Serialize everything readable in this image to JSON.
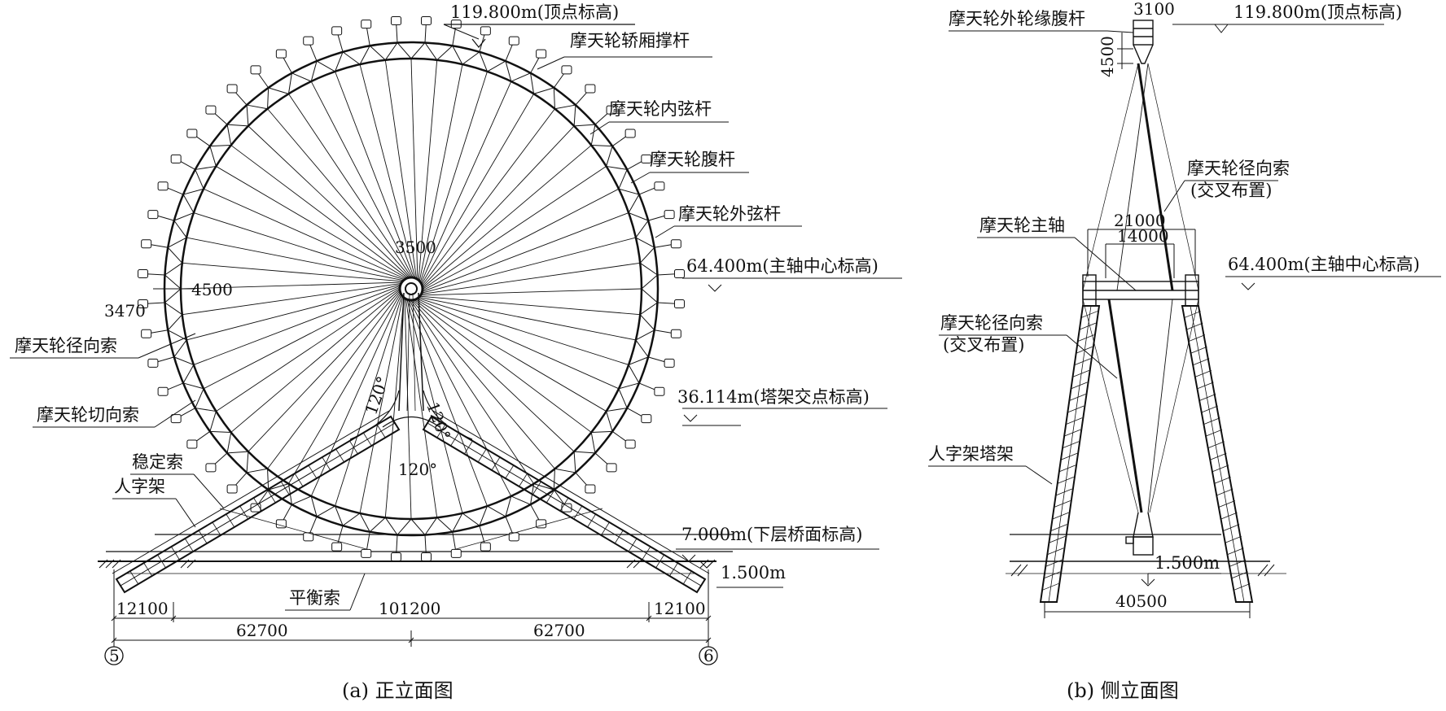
{
  "front": {
    "caption": "(a) 正立面图",
    "top_elev": "119.800m(顶点标高)",
    "labels": {
      "cabin_strut": "摩天轮轿厢撑杆",
      "inner_chord": "摩天轮内弦杆",
      "web": "摩天轮腹杆",
      "outer_chord": "摩天轮外弦杆",
      "axis_elev": "64.400m(主轴中心标高)",
      "radial_cable": "摩天轮径向索",
      "tangent_cable": "摩天轮切向索",
      "tower_node_elev": "36.114m(塔架交点标高)",
      "stab_cable": "稳定索",
      "a_frame": "人字架",
      "deck_elev": "7.000m(下层桥面标高)",
      "ground_elev": "1.500m",
      "balance_cable": "平衡索"
    },
    "dims": {
      "hub": "3500",
      "rim_depth": "4500",
      "cabin_offset": "3470",
      "left_end": "12100",
      "span": "101200",
      "right_end": "12100",
      "left_half": "62700",
      "right_half": "62700",
      "angle_left": "120°",
      "angle_right": "120°",
      "angle_bottom": "120°"
    },
    "axes": {
      "left": "5",
      "right": "6"
    }
  },
  "side": {
    "caption": "(b) 侧立面图",
    "top_elev": "119.800m(顶点标高)",
    "labels": {
      "rim_web": "摩天轮外轮缘腹杆",
      "radial_cable_1": "摩天轮径向索",
      "radial_cable_1b": "(交叉布置)",
      "main_axle": "摩天轮主轴",
      "axis_elev": "64.400m(主轴中心标高)",
      "radial_cable_2": "摩天轮径向索",
      "radial_cable_2b": "(交叉布置)",
      "tower": "人字架塔架",
      "ground_elev": "1.500m"
    },
    "dims": {
      "top_width": "3100",
      "rim_height": "4500",
      "axle_outer": "21000",
      "axle_inner": "14000",
      "base_width": "40500"
    }
  }
}
